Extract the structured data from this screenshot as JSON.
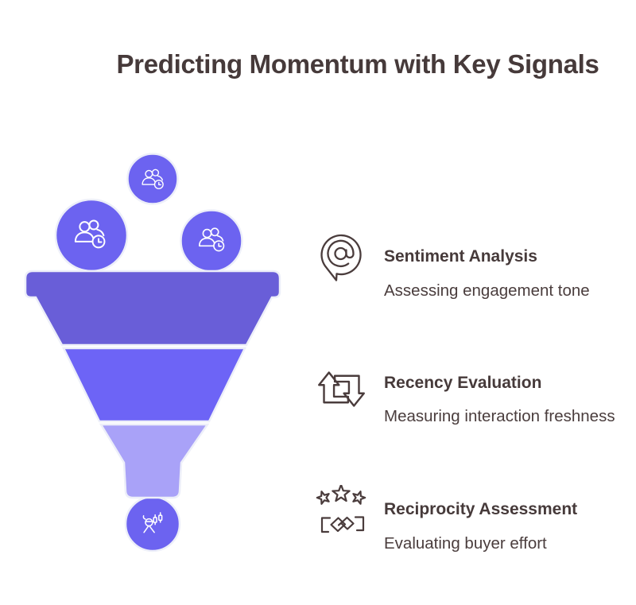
{
  "title": "Predicting Momentum with Key Signals",
  "palette": {
    "heading_text": "#463A3A",
    "body_text": "#4A3D3D",
    "funnel_sections": [
      "#695ED8",
      "#6D64F6",
      "#A9A2F8"
    ],
    "drop_circle": "#6C63F0",
    "icon_stroke_on_circle": "#FFFFFF",
    "shape_halo": "#EDEFF9",
    "detail_icon_stroke": "#4A3C3C"
  },
  "funnel": {
    "drop_icons": [
      "users-clock-icon",
      "users-clock-icon",
      "users-clock-icon"
    ],
    "output_icon": "analyst-candlestick-icon"
  },
  "signals": [
    {
      "icon": "at-speech-bubble-icon",
      "title": "Sentiment Analysis",
      "description": "Assessing engagement tone"
    },
    {
      "icon": "cycle-arrows-icon",
      "title": "Recency Evaluation",
      "description": "Measuring interaction freshness"
    },
    {
      "icon": "stars-handshake-icon",
      "title": "Reciprocity Assessment",
      "description": "Evaluating buyer effort"
    }
  ]
}
